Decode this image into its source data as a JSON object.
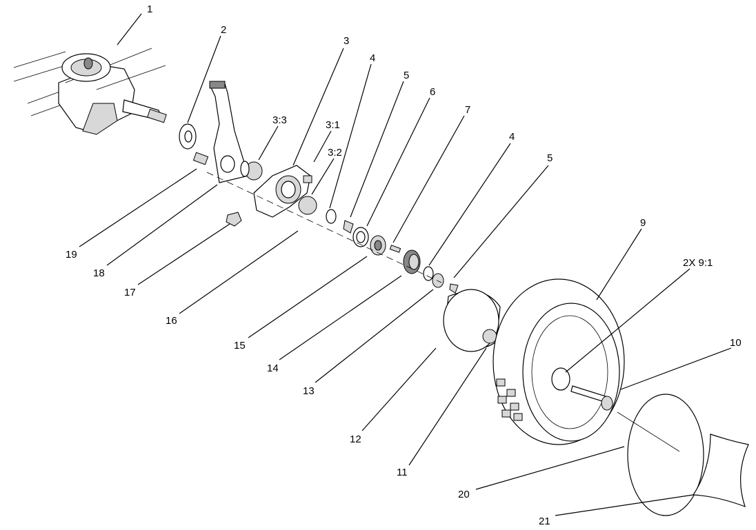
{
  "callouts": [
    "1",
    "2",
    "3",
    "4",
    "5",
    "6",
    "7",
    "4",
    "5",
    "9",
    "2X 9:1",
    "10",
    "3:3",
    "3:1",
    "3:2",
    "19",
    "18",
    "17",
    "16",
    "15",
    "14",
    "13",
    "12",
    "11",
    "20",
    "21"
  ]
}
